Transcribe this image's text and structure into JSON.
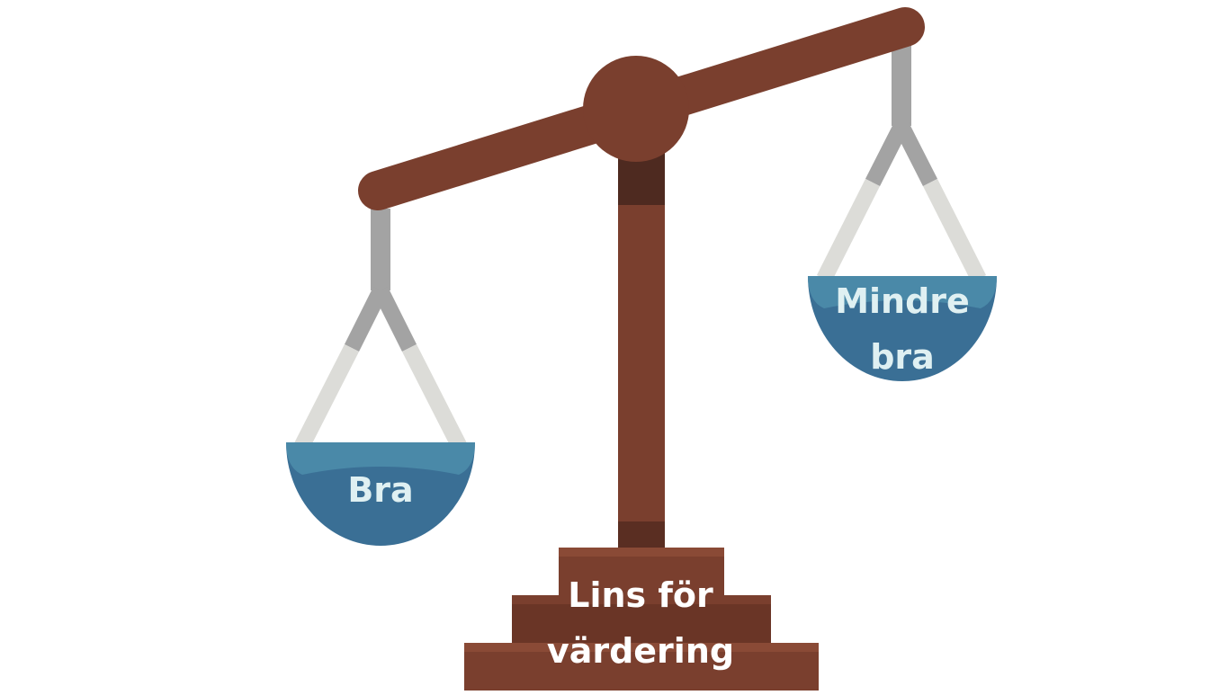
{
  "scale": {
    "left_pan_label": "Bra",
    "right_pan_label": "Mindre bra",
    "right_pan_label_line1": "Mindre",
    "right_pan_label_line2": "bra",
    "base_label": "Lins för värdering",
    "base_label_line1": "Lins för",
    "base_label_line2": "värdering"
  },
  "colors": {
    "wood": "#7a3f2e",
    "wood_dark": "#6a3526",
    "wood_shadow": "#4e2a20",
    "pan": "#3a6f95",
    "pan_rim": "#4a89a8",
    "string_dark": "#a3a3a3",
    "string_light": "#dcdcd8",
    "label_text": "#dff0f2",
    "base_text": "#ffffff"
  }
}
